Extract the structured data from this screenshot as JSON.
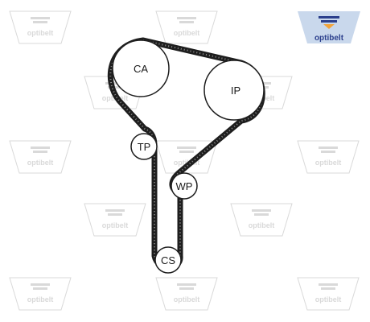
{
  "brand": {
    "logo_text": "optibelt",
    "logo_color": "#2b3f8c",
    "logo_bg_color": "#c9d8ec",
    "logo_accent_color": "#f2a33a",
    "watermark_text": "optibelt",
    "watermark_color": "#d9d9d9"
  },
  "diagram": {
    "belt_color": "#1e1e1e",
    "pulleys": [
      {
        "id": "ca",
        "label": "CA"
      },
      {
        "id": "ip",
        "label": "IP"
      },
      {
        "id": "tp",
        "label": "TP"
      },
      {
        "id": "wp",
        "label": "WP"
      },
      {
        "id": "cs",
        "label": "CS"
      }
    ]
  }
}
